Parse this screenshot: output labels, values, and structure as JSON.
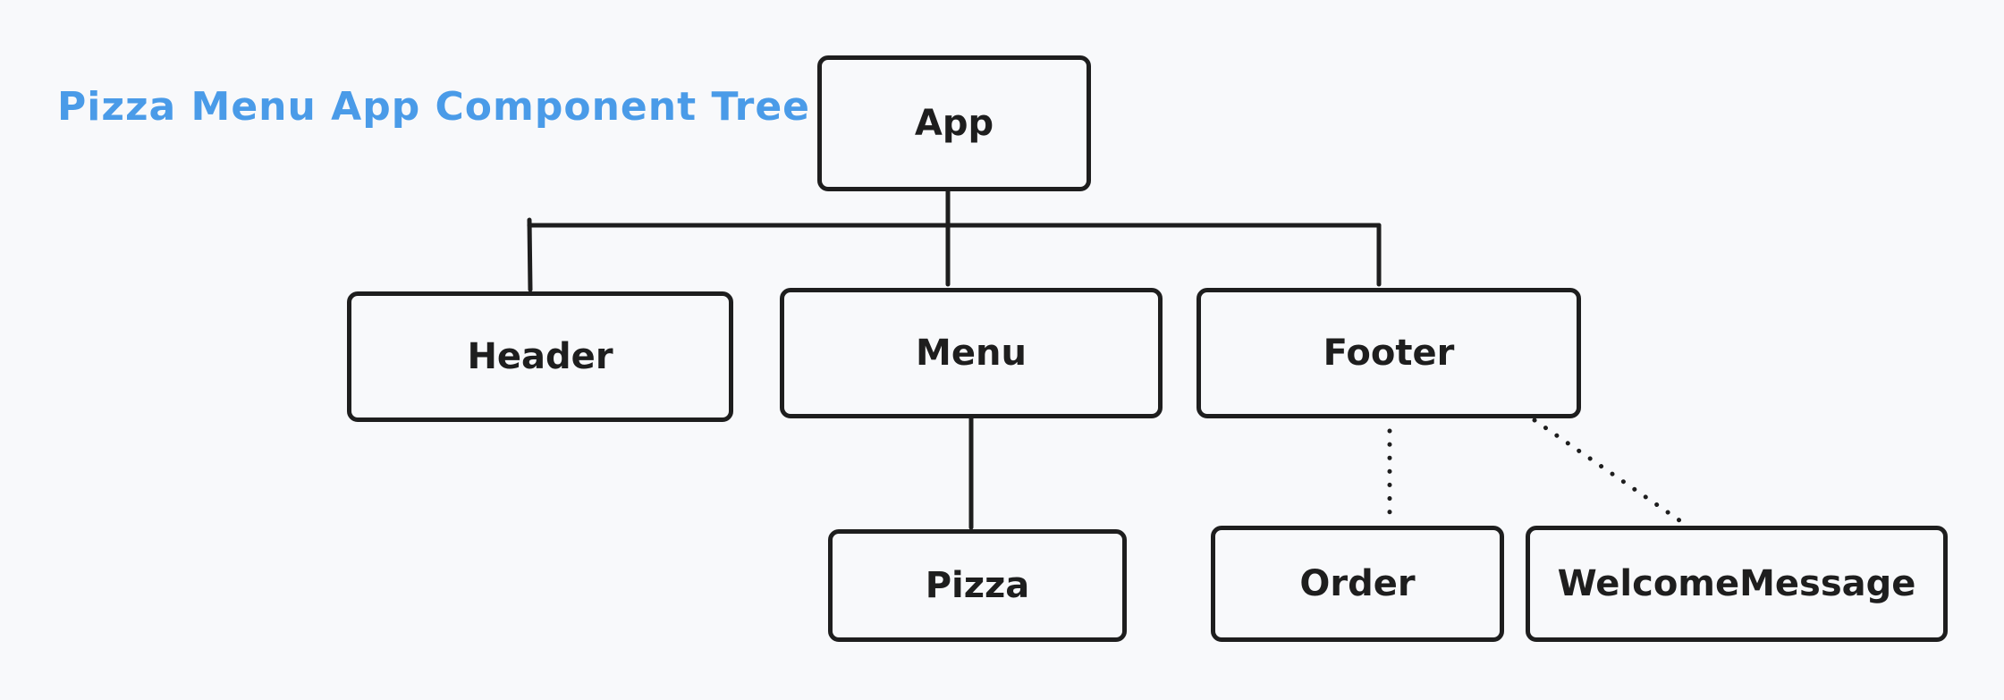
{
  "title": "Pizza Menu App Component Tree",
  "colors": {
    "title": "#4a9be8",
    "stroke": "#1e1e1e",
    "background": "#f8f9fb"
  },
  "nodes": {
    "app": "App",
    "header": "Header",
    "menu": "Menu",
    "footer": "Footer",
    "pizza": "Pizza",
    "order": "Order",
    "welcome": "WelcomeMessage"
  },
  "edges": [
    {
      "from": "app",
      "to": "header",
      "style": "solid"
    },
    {
      "from": "app",
      "to": "menu",
      "style": "solid"
    },
    {
      "from": "app",
      "to": "footer",
      "style": "solid"
    },
    {
      "from": "menu",
      "to": "pizza",
      "style": "solid"
    },
    {
      "from": "footer",
      "to": "order",
      "style": "dotted"
    },
    {
      "from": "footer",
      "to": "welcome",
      "style": "dotted"
    }
  ]
}
